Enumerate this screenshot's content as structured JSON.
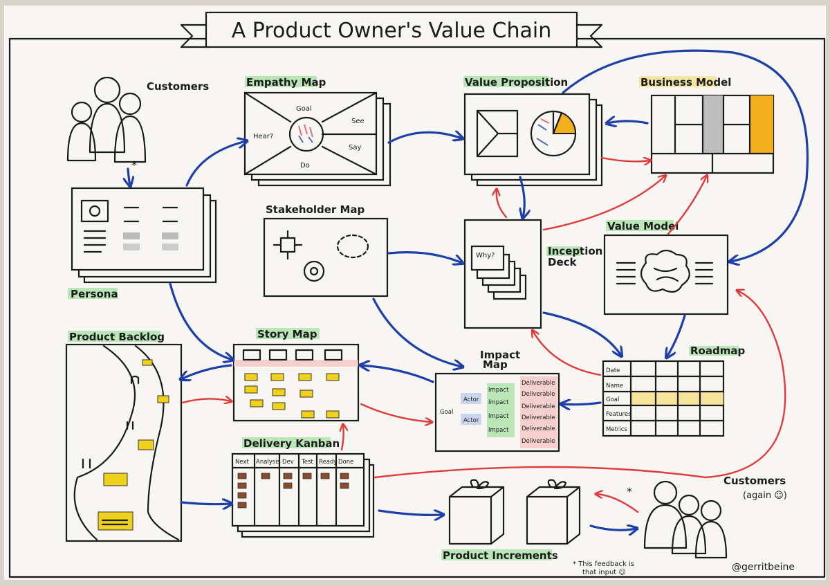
{
  "title": "A Product Owner's  Value Chain",
  "author": "@gerritbeine",
  "footnote_line1": "* This feedback is",
  "footnote_line2": "that input ☺",
  "asterisk": "*",
  "colors": {
    "paper": "#f7f6f2",
    "blue_arrow": "#1f3fa8",
    "red_arrow": "#e03a3a",
    "highlight_green": "#9fe0a0",
    "highlight_yellow": "#f4e08a",
    "orange": "#f2b01e",
    "sticky": "#f0d21c"
  },
  "nodes": {
    "customers": {
      "label": "Customers"
    },
    "persona": {
      "label": "Persona"
    },
    "empathy_map": {
      "label": "Empathy Map",
      "goal": "Goal",
      "see": "See",
      "say": "Say",
      "do": "Do",
      "hear": "Hear?"
    },
    "stakeholder_map": {
      "label": "Stakeholder Map"
    },
    "value_proposition": {
      "label": "Value Proposition"
    },
    "business_model": {
      "label": "Business Model"
    },
    "inception_deck": {
      "label_line1": "Inception",
      "label_line2": "Deck",
      "card": "Why?"
    },
    "value_model": {
      "label": "Value Model"
    },
    "product_backlog": {
      "label": "Product Backlog"
    },
    "story_map": {
      "label": "Story Map"
    },
    "impact_map": {
      "label_line1": "Impact",
      "label_line2": "Map",
      "goal": "Goal",
      "actors": [
        "Actor",
        "Actor"
      ],
      "impacts": [
        "Impact",
        "Impact",
        "Impact",
        "Impact"
      ],
      "deliverables": [
        "Deliverable",
        "Deliverable",
        "Deliverable",
        "Deliverable",
        "Deliverable",
        "Deliverable"
      ]
    },
    "roadmap": {
      "label": "Roadmap",
      "rows": [
        "Date",
        "Name",
        "Goal",
        "Features",
        "Metrics"
      ]
    },
    "delivery_kanban": {
      "label": "Delivery Kanban",
      "columns": [
        "Next",
        "Analysis",
        "Dev",
        "Test",
        "Ready",
        "Done"
      ]
    },
    "product_increments": {
      "label": "Product Increments"
    },
    "customers_again": {
      "label_line1": "Customers",
      "label_line2": "(again ☺)"
    }
  }
}
